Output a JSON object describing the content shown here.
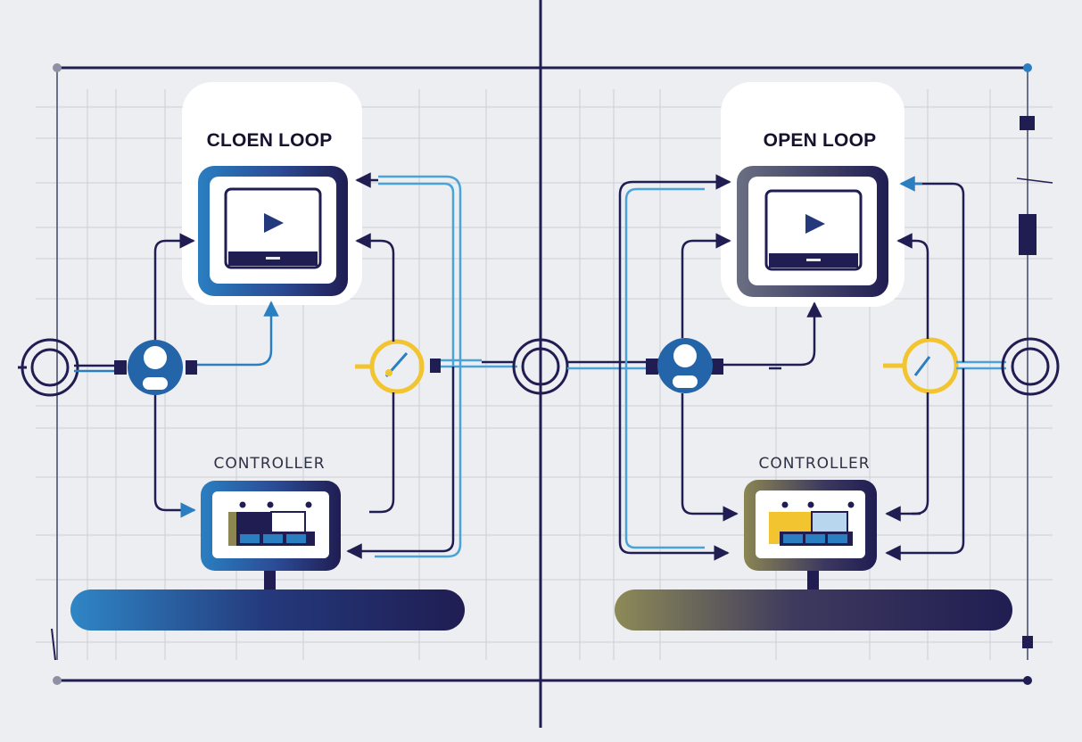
{
  "panels": {
    "left": {
      "title": "CLOEN LOOP",
      "controller_label": "CONTROLLER"
    },
    "right": {
      "title": "OPEN LOOP",
      "controller_label": "CONTROLLER"
    }
  },
  "icons": {
    "display": "monitor-play-icon",
    "controller": "controller-panel-icon",
    "sensor": "sensor-node-icon",
    "gauge": "gauge-icon",
    "input": "ring-connector-icon"
  },
  "colors": {
    "navy": "#201d52",
    "blue": "#2a7fc1",
    "light_blue": "#4aa3d8",
    "yellow": "#f2c530",
    "olive": "#8b8652",
    "grid": "#c9ccd3",
    "background": "#eceef1"
  }
}
